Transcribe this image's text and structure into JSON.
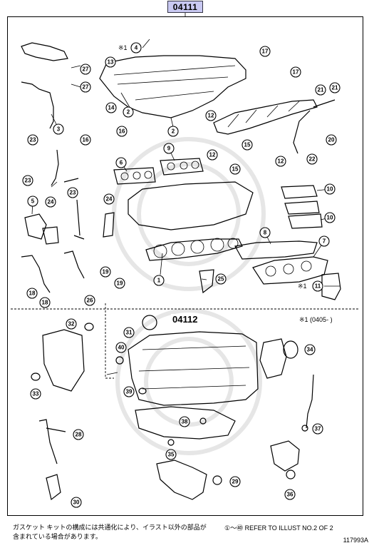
{
  "diagram": {
    "top_code": "04111",
    "sub_code": "04112",
    "note_range": "※1 (0405-     )",
    "footer_japanese": "ガスケット キットの構成には共通化により、イラスト以外の部品が含まれている場合があります。",
    "footer_reference": "①～㊵ REFER TO ILLUST NO.2 OF 2",
    "figure_id": "117993A"
  },
  "callouts": {
    "c1": "1",
    "c2a": "2",
    "c2b": "2",
    "c3": "3",
    "c4": "4",
    "c4note": "※1",
    "c5": "5",
    "c6": "6",
    "c7": "7",
    "c8": "8",
    "c9": "9",
    "c10a": "10",
    "c10b": "10",
    "c11": "11",
    "c11note": "※1",
    "c12a": "12",
    "c12b": "12",
    "c12c": "12",
    "c13": "13",
    "c14": "14",
    "c15a": "15",
    "c15b": "15",
    "c16a": "16",
    "c16b": "16",
    "c17a": "17",
    "c17b": "17",
    "c18a": "18",
    "c18b": "18",
    "c19a": "19",
    "c19b": "19",
    "c20": "20",
    "c21a": "21",
    "c21b": "21",
    "c22": "22",
    "c23a": "23",
    "c23b": "23",
    "c23c": "23",
    "c24a": "24",
    "c24b": "24",
    "c25": "25",
    "c26": "26",
    "c27a": "27",
    "c27b": "27",
    "c28": "28",
    "c29": "29",
    "c30": "30",
    "c31": "31",
    "c32": "32",
    "c33": "33",
    "c34": "34",
    "c35": "35",
    "c36": "36",
    "c37": "37",
    "c38": "38",
    "c39": "39",
    "c40": "40"
  }
}
